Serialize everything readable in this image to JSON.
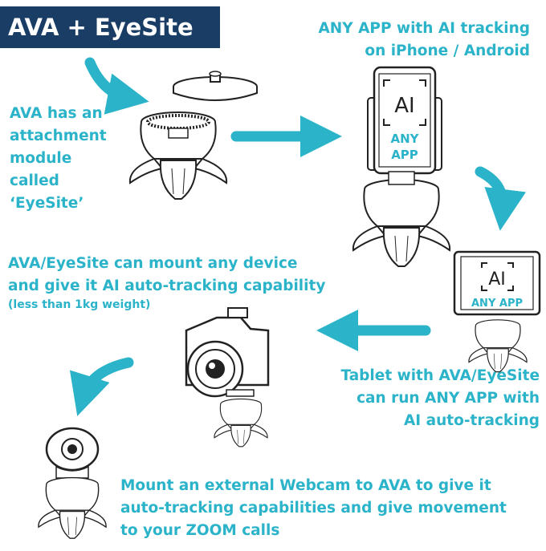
{
  "title": "AVA + EyeSite",
  "colors": {
    "teal": "#2ab3c9",
    "navy": "#1a3d66",
    "line": "#222222"
  },
  "texts": {
    "any_app_top": [
      "ANY APP with AI tracking",
      "on iPhone / Android"
    ],
    "ava_attach": [
      "AVA has an",
      "attachment",
      "module",
      "called",
      "‘EyeSite’"
    ],
    "mount_any": [
      "AVA/EyeSite can mount any device",
      "and give it AI auto-tracking capability"
    ],
    "weight_note": "(less than 1kg weight)",
    "tablet": [
      "Tablet with AVA/EyeSite",
      "can run ANY APP with",
      "AI auto-tracking"
    ],
    "webcam": [
      "Mount an external Webcam to AVA to give it",
      "auto-tracking capabilities and give movement",
      "to your ZOOM calls"
    ]
  },
  "phone_screen": {
    "ai": "AI",
    "app_line1": "ANY",
    "app_line2": "APP"
  },
  "tablet_screen": {
    "ai": "AI",
    "app": "ANY APP"
  },
  "icons": [
    "curved-arrow",
    "straight-arrow-right",
    "curved-arrow-down",
    "straight-arrow-left",
    "curved-arrow-down-left"
  ]
}
